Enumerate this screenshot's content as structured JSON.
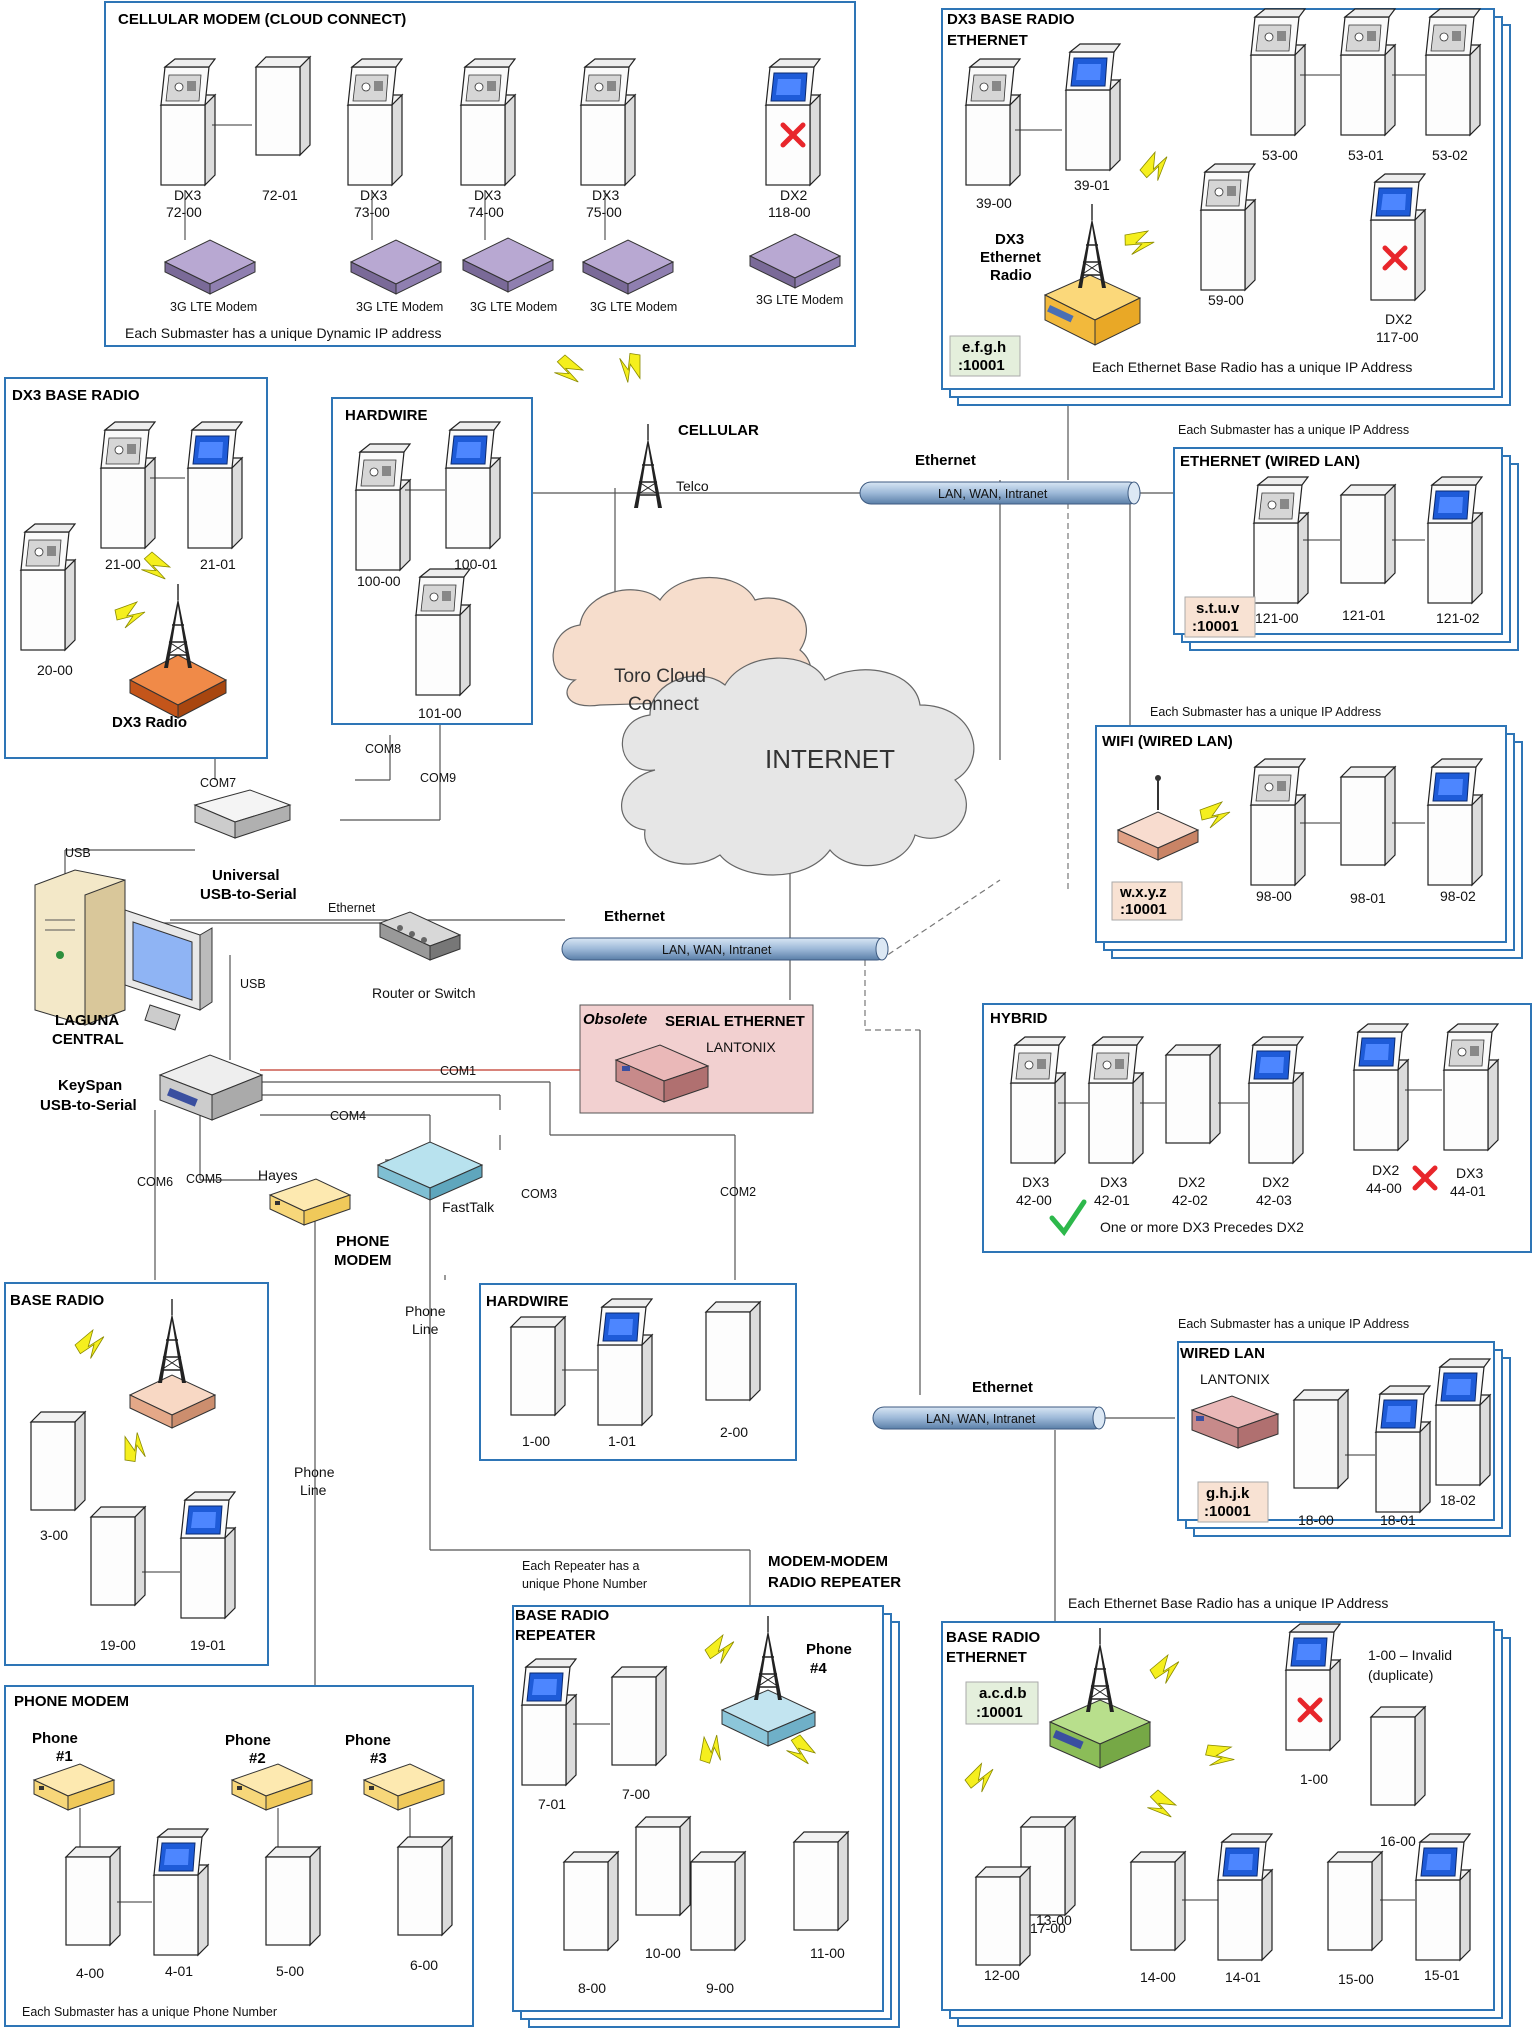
{
  "colors": {
    "frame": "#2e75b6",
    "radio_orange": "#d9641e",
    "radio_yellow": "#f5c342",
    "radio_green": "#9fcf6b",
    "radio_blue": "#a8d8e8",
    "radio_peach": "#f4c6a8",
    "modem_purple": "#9a88b8",
    "serial_box": "#f2d0d0",
    "bolt": "#f2ec1a",
    "cross": "#e8262b",
    "check": "#2db84b",
    "cloud_peach": "#f6ddcc",
    "cloud_grey": "#e6e6e6"
  },
  "titles": {
    "cell": "CELLULAR MODEM (CLOUD CONNECT)",
    "dx3eth_1": "DX3 BASE RADIO",
    "dx3eth_2": "ETHERNET",
    "dx3base": "DX3 BASE RADIO",
    "hw1": "HARDWIRE",
    "ethlan": "ETHERNET (WIRED LAN)",
    "wifi": "WIFI (WIRED LAN)",
    "hybrid": "HYBRID",
    "wiredlan": "WIRED LAN",
    "baseradio": "BASE RADIO",
    "hw2": "HARDWIRE",
    "phone": "PHONE MODEM",
    "bbr_1": "BASE RADIO",
    "bbr_2": "REPEATER",
    "bre_1": "BASE RADIO",
    "bre_2": "ETHERNET",
    "mmrr_1": "MODEM-MODEM",
    "mmrr_2": "RADIO REPEATER",
    "phone_modem_1": "PHONE",
    "phone_modem_2": "MODEM",
    "obsolete": "Obsolete",
    "serial_eth": "SERIAL ETHERNET",
    "cellular": "CELLULAR",
    "keyspan_1": "KeySpan",
    "keyspan_2": "USB-to-Serial",
    "universal_1": "Universal",
    "universal_2": "USB-to-Serial",
    "laguna_1": "LAGUNA",
    "laguna_2": "CENTRAL",
    "ethernet_top": "Ethernet",
    "ethernet_mid": "Ethernet",
    "ethernet_bot": "Ethernet",
    "dx3_radio": "DX3 Radio",
    "dx3_eth_radio_1": "DX3",
    "dx3_eth_radio_2": "Ethernet",
    "dx3_eth_radio_3": "Radio",
    "phone1_1": "Phone",
    "phone1_2": "#1",
    "phone2_1": "Phone",
    "phone2_2": "#2",
    "phone3_1": "Phone",
    "phone3_2": "#3",
    "phone4_1": "Phone",
    "phone4_2": "#4"
  },
  "notes": {
    "cell_ip": "Each Submaster has a unique Dynamic IP address",
    "dx3eth_ip": "Each Ethernet Base Radio has a unique IP Address",
    "eth_ip": "Each Submaster has a unique IP Address",
    "wifi_ip": "Each Submaster has a unique IP Address",
    "wired_ip": "Each Submaster has a unique IP Address",
    "bre_ip": "Each Ethernet Base Radio has a unique IP Address",
    "hybrid_note": "One or more DX3 Precedes DX2",
    "repeater_1": "Each Repeater has a",
    "repeater_2": "unique Phone Number",
    "phone_note": "Each Submaster has a unique Phone Number",
    "invalid_1": "1-00 – Invalid",
    "invalid_2": "(duplicate)"
  },
  "ip": {
    "efgh_1": "e.f.g.h",
    "efgh_2": ":10001",
    "stuv_1": "s.t.u.v",
    "stuv_2": ":10001",
    "wxyz_1": "w.x.y.z",
    "wxyz_2": ":10001",
    "ghjk_1": "g.h.j.k",
    "ghjk_2": ":10001",
    "acdb_1": "a.c.d.b",
    "acdb_2": ":10001"
  },
  "cloud": {
    "toro_1": "Toro Cloud",
    "toro_2": "Connect",
    "internet": "INTERNET",
    "telco": "Telco"
  },
  "bus": {
    "top": "LAN, WAN, Intranet",
    "mid": "LAN, WAN, Intranet",
    "bot": "LAN, WAN, Intranet"
  },
  "ports": {
    "com1": "COM1",
    "com2": "COM2",
    "com3": "COM3",
    "com4": "COM4",
    "com5": "COM5",
    "com6": "COM6",
    "com7": "COM7",
    "com8": "COM8",
    "com9": "COM9",
    "usb1": "USB",
    "usb2": "USB",
    "eth": "Ethernet",
    "phone_line_1": "Phone",
    "phone_line_2": "Line",
    "phone_line_3": "Phone",
    "phone_line_4": "Line"
  },
  "devices": {
    "modem": "3G LTE Modem",
    "router": "Router or Switch",
    "lantronix": "LANTONIX",
    "lantronix2": "LANTONIX",
    "hayes": "Hayes",
    "fasttalk": "FastTalk"
  },
  "labels": {
    "c_dx3a": "DX3",
    "c_7200": "72-00",
    "c_7201": "72-01",
    "c_dx3b": "DX3",
    "c_7300": "73-00",
    "c_dx3c": "DX3",
    "c_7400": "74-00",
    "c_dx3d": "DX3",
    "c_7500": "75-00",
    "c_dx2": "DX2",
    "c_11800": "118-00",
    "e_3900": "39-00",
    "e_3901": "39-01",
    "e_5300": "53-00",
    "e_5301": "53-01",
    "e_5302": "53-02",
    "e_5900": "59-00",
    "e_dx2": "DX2",
    "e_11700": "117-00",
    "d_2100": "21-00",
    "d_2101": "21-01",
    "d_2000": "20-00",
    "h_10000": "100-00",
    "h_10001": "100-01",
    "h_10100": "101-00",
    "l_12100": "121-00",
    "l_12101": "121-01",
    "l_12102": "121-02",
    "w_9800": "98-00",
    "w_9801": "98-01",
    "w_9802": "98-02",
    "y_dx3a": "DX3",
    "y_4200": "42-00",
    "y_dx3b": "DX3",
    "y_4201": "42-01",
    "y_dx2a": "DX2",
    "y_4202": "42-02",
    "y_dx2b": "DX2",
    "y_4203": "42-03",
    "y_dx2c": "DX2",
    "y_4400": "44-00",
    "y_dx3c": "DX3",
    "y_4401": "44-01",
    "wl_1800": "18-00",
    "wl_1801": "18-01",
    "wl_1802": "18-02",
    "b_300": "3-00",
    "b_1900": "19-00",
    "b_1901": "19-01",
    "hw_100": "1-00",
    "hw_101": "1-01",
    "hw_200": "2-00",
    "p_400": "4-00",
    "p_401": "4-01",
    "p_500": "5-00",
    "p_600": "6-00",
    "r_701": "7-01",
    "r_700": "7-00",
    "r_800": "8-00",
    "r_1000": "10-00",
    "r_900": "9-00",
    "r_1100": "11-00",
    "be_100": "1-00",
    "be_1600": "16-00",
    "be_1300": "13-00",
    "be_1700": "17-00",
    "be_1200": "12-00",
    "be_1400": "14-00",
    "be_1401": "14-01",
    "be_1500": "15-00",
    "be_1501": "15-01"
  }
}
